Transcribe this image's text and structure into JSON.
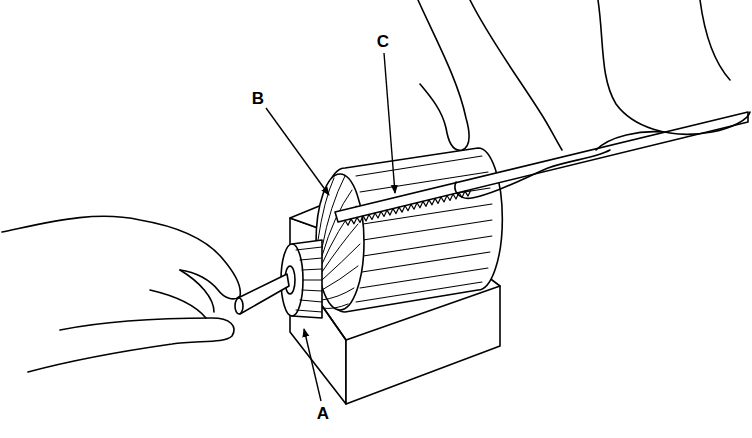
{
  "diagram": {
    "labels": [
      "C",
      "B",
      "A"
    ]
  }
}
